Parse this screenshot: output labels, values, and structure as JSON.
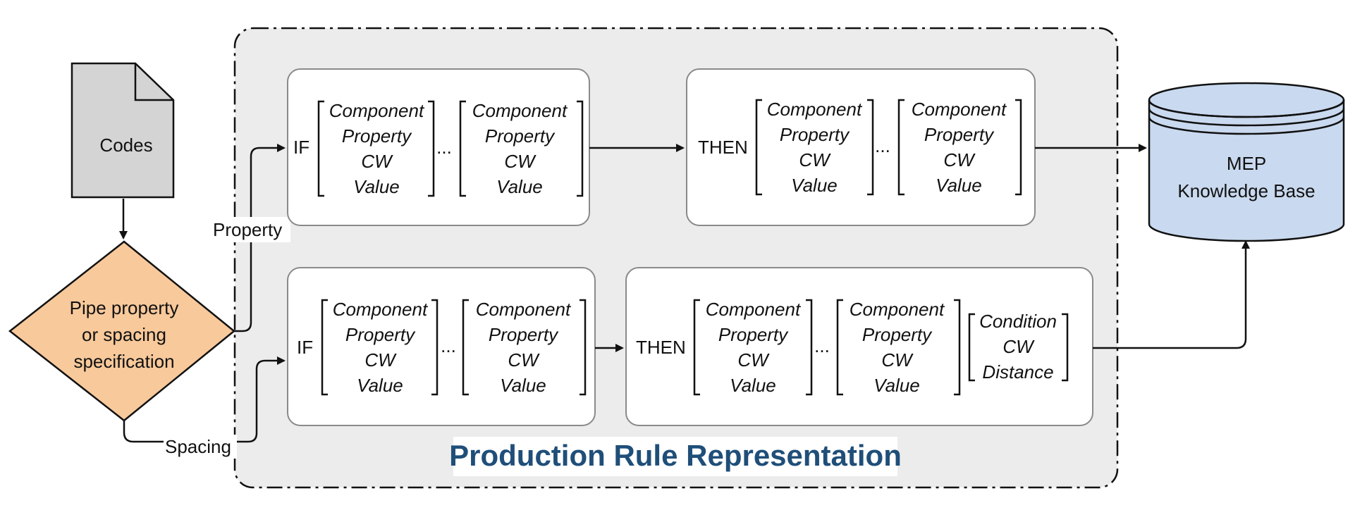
{
  "codes_doc": {
    "label": "Codes"
  },
  "decision": {
    "lines": [
      "Pipe property",
      "or spacing",
      "specification"
    ]
  },
  "branches": {
    "property": "Property",
    "spacing": "Spacing"
  },
  "rule_top": {
    "if_keyword": "IF",
    "then_keyword": "THEN",
    "ellipsis": "...",
    "vector": [
      "Component",
      "Property",
      "CW",
      "Value"
    ]
  },
  "rule_bottom": {
    "if_keyword": "IF",
    "then_keyword": "THEN",
    "ellipsis": "...",
    "vector": [
      "Component",
      "Property",
      "CW",
      "Value"
    ],
    "condition_vector": [
      "Condition",
      "CW",
      "Distance"
    ]
  },
  "knowledge_base": {
    "lines": [
      "MEP",
      "Knowledge Base"
    ]
  },
  "container": {
    "title": "Production Rule Representation"
  },
  "colors": {
    "doc_fill": "#d4d4d4",
    "diamond_fill": "#f8c99b",
    "db_fill": "#c9d9ef",
    "container_fill": "#ececec",
    "title_color": "#1f4e79"
  }
}
